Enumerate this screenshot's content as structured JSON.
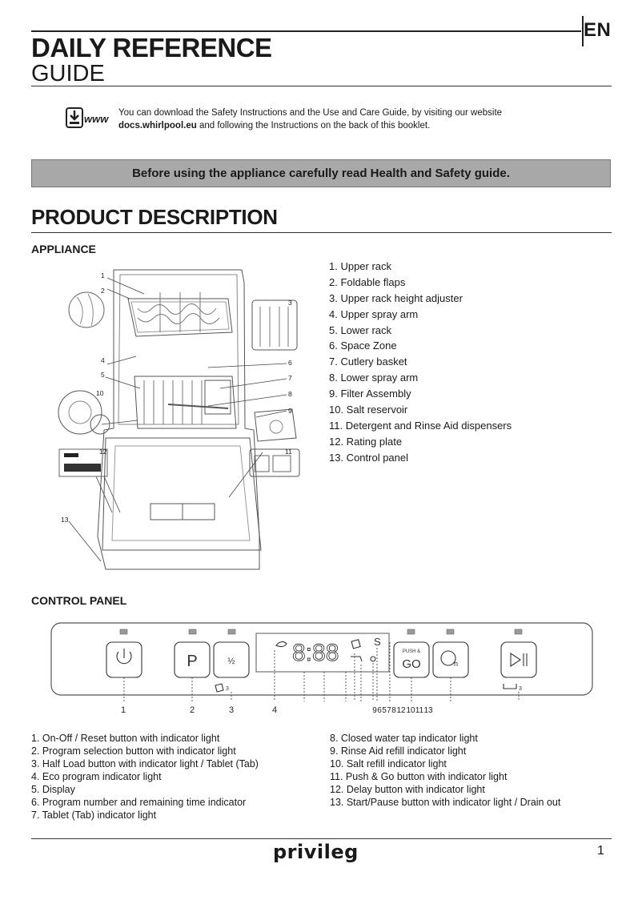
{
  "header": {
    "language": "EN",
    "title_line1": "DAILY REFERENCE",
    "title_line2": "GUIDE"
  },
  "download": {
    "icon_label": "www",
    "line1": "You can download the Safety Instructions and the Use and Care Guide, by visiting our website",
    "link": "docs.whirlpool.eu",
    "line2_rest": " and following the Instructions on the back of this booklet."
  },
  "banner": {
    "text": "Before using the appliance carefully read Health and Safety guide."
  },
  "product": {
    "heading": "PRODUCT  DESCRIPTION",
    "appliance_heading": "APPLIANCE",
    "parts": [
      "1.  Upper rack",
      "2.  Foldable flaps",
      "3.  Upper rack height adjuster",
      "4.  Upper spray arm",
      "5.  Lower rack",
      "6.  Space Zone",
      "7.  Cutlery basket",
      "8.  Lower spray arm",
      "9.  Filter Assembly",
      "10.  Salt reservoir",
      "11.  Detergent and Rinse Aid dispensers",
      "12.  Rating plate",
      "13.  Control panel"
    ],
    "callouts": [
      "1",
      "2",
      "3",
      "4",
      "5",
      "6",
      "7",
      "8",
      "9",
      "10",
      "11",
      "12",
      "13"
    ]
  },
  "control_panel": {
    "heading": "CONTROL PANEL",
    "display_value": "8:88",
    "program_button": "P",
    "halfload_button": "½",
    "pushgo_top": "PUSH &",
    "pushgo_bottom": "GO",
    "delay_symbol": "h",
    "tab_label": "3",
    "callout_numbers": [
      "1",
      "2",
      "3",
      "4",
      "9",
      "6",
      "5",
      "7",
      "8",
      "12",
      "10",
      "11",
      "13"
    ],
    "legend_left": [
      "1.  On-Off / Reset button with indicator light",
      "2.  Program selection button with indicator light",
      "3.  Half Load button with indicator light / Tablet (Tab)",
      "4.  Eco program indicator light",
      "5.  Display",
      "6.  Program number and remaining time indicator",
      "7.  Tablet (Tab) indicator light"
    ],
    "legend_right": [
      "8.  Closed water tap indicator light",
      "9.  Rinse Aid refill indicator light",
      "10.  Salt refill indicator light",
      "11.  Push & Go button with indicator light",
      "12.  Delay button with indicator light",
      "13.  Start/Pause button with indicator light / Drain out"
    ]
  },
  "footer": {
    "brand": "privileg",
    "page_number": "1"
  }
}
